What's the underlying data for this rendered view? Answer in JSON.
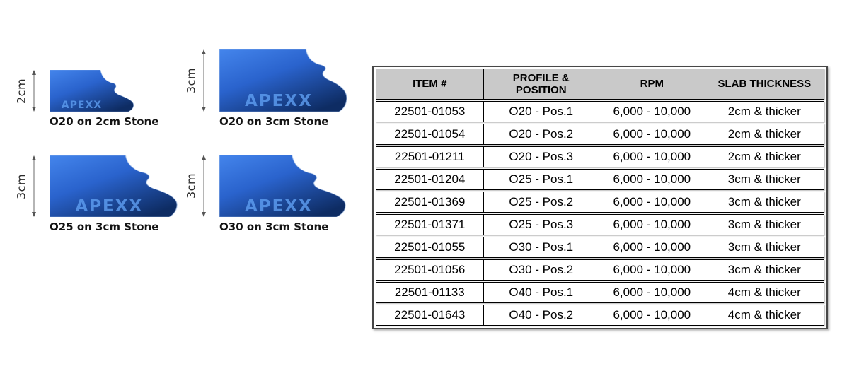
{
  "brand": {
    "watermark": "APEXX"
  },
  "colors": {
    "stone_gradient_top": "#4485ec",
    "stone_gradient_mid": "#2a63cd",
    "stone_gradient_bottom": "#0e2c63",
    "watermark_blue": "#5f9ff2",
    "table_header_bg": "#c9c9c9",
    "table_border": "#000000",
    "outer_border": "#474747"
  },
  "diagrams": [
    {
      "dimension": "2cm",
      "caption": "O20 on 2cm Stone"
    },
    {
      "dimension": "3cm",
      "caption": "O20 on 3cm Stone"
    },
    {
      "dimension": "3cm",
      "caption": "O25 on 3cm Stone"
    },
    {
      "dimension": "3cm",
      "caption": "O30 on 3cm Stone"
    }
  ],
  "table": {
    "headers": [
      "ITEM #",
      "PROFILE &\nPOSITION",
      "RPM",
      "SLAB THICKNESS"
    ],
    "rows": [
      [
        "22501-01053",
        "O20 - Pos.1",
        "6,000 - 10,000",
        "2cm & thicker"
      ],
      [
        "22501-01054",
        "O20 - Pos.2",
        "6,000 - 10,000",
        "2cm & thicker"
      ],
      [
        "22501-01211",
        "O20 - Pos.3",
        "6,000 - 10,000",
        "2cm & thicker"
      ],
      [
        "22501-01204",
        "O25 - Pos.1",
        "6,000 - 10,000",
        "3cm & thicker"
      ],
      [
        "22501-01369",
        "O25 - Pos.2",
        "6,000 - 10,000",
        "3cm & thicker"
      ],
      [
        "22501-01371",
        "O25 - Pos.3",
        "6,000 - 10,000",
        "3cm & thicker"
      ],
      [
        "22501-01055",
        "O30 - Pos.1",
        "6,000 - 10,000",
        "3cm & thicker"
      ],
      [
        "22501-01056",
        "O30 - Pos.2",
        "6,000 - 10,000",
        "3cm & thicker"
      ],
      [
        "22501-01133",
        "O40 - Pos.1",
        "6,000 - 10,000",
        "4cm & thicker"
      ],
      [
        "22501-01643",
        "O40 - Pos.2",
        "6,000 - 10,000",
        "4cm & thicker"
      ]
    ]
  }
}
